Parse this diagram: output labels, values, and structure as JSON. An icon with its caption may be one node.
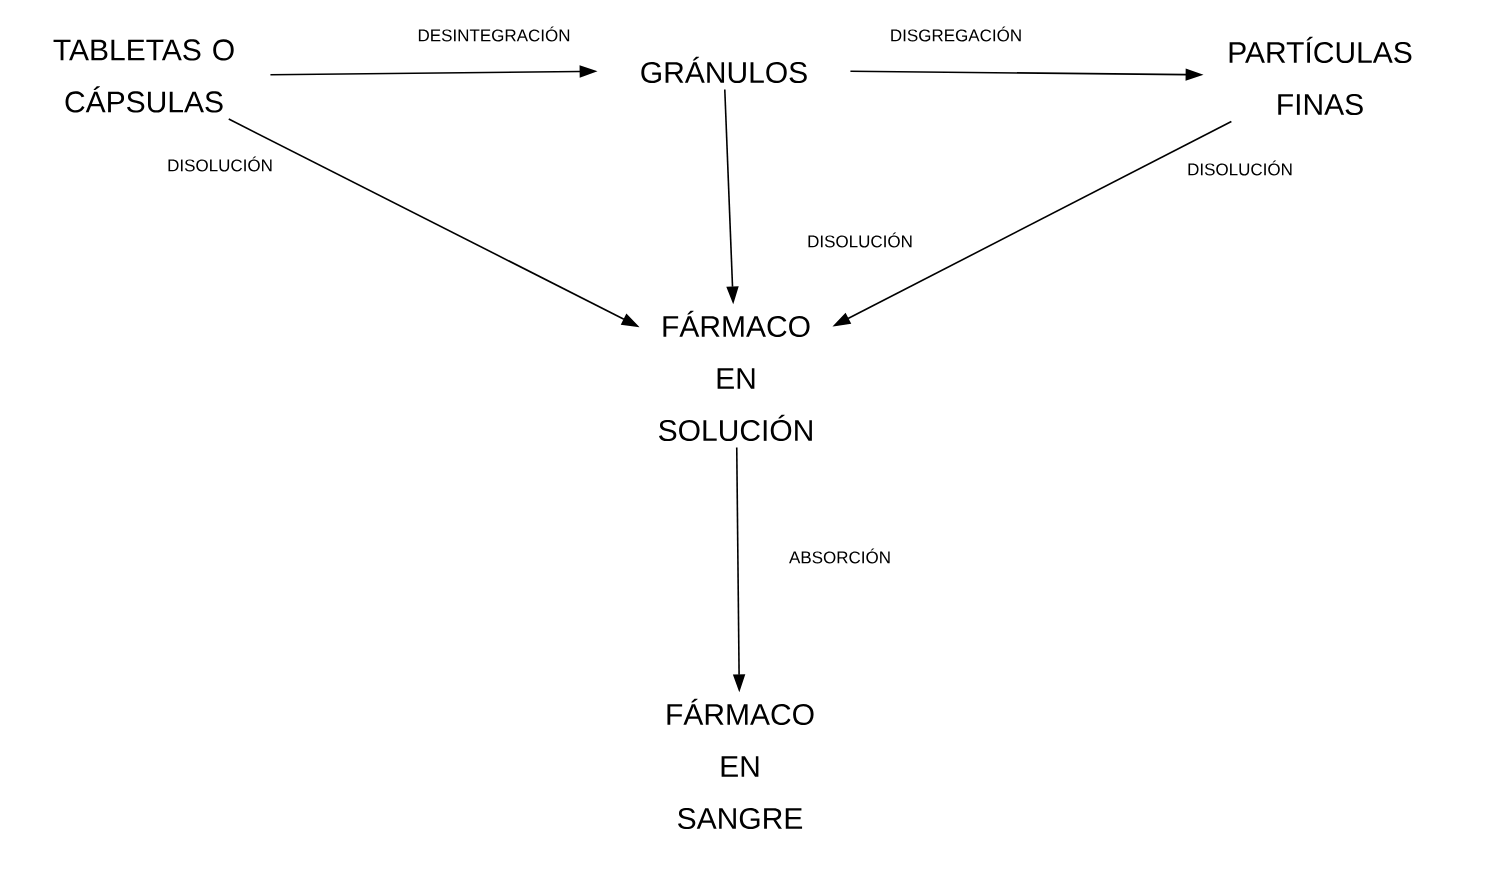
{
  "diagram": {
    "nodes": [
      {
        "text": [
          "TABLETAS O CÁPSULAS"
        ]
      },
      {
        "text": [
          "GRÁNULOS"
        ]
      },
      {
        "text": [
          "PARTÍCULAS FINAS"
        ]
      },
      {
        "text": [
          "FÁRMACO EN SOLUCIÓN"
        ]
      },
      {
        "text": [
          "FÁRMACO EN SANGRE"
        ]
      }
    ],
    "edges": [
      {
        "from": 0,
        "to": 1,
        "arrow": "to",
        "label": "DESINTEGRACIÓN"
      },
      {
        "from": 1,
        "to": 2,
        "arrow": "to",
        "label": "DISGREGACIÓN"
      },
      {
        "from": 0,
        "to": 3,
        "arrow": "to",
        "label": "DISOLUCIÓN"
      },
      {
        "from": 1,
        "to": 3,
        "arrow": "to",
        "label": "DISOLUCIÓN"
      },
      {
        "from": 2,
        "to": 3,
        "arrow": "to",
        "label": "DISOLUCIÓN"
      },
      {
        "from": 3,
        "to": 4,
        "arrow": "to",
        "label": "ABSORCIÓN"
      }
    ]
  }
}
